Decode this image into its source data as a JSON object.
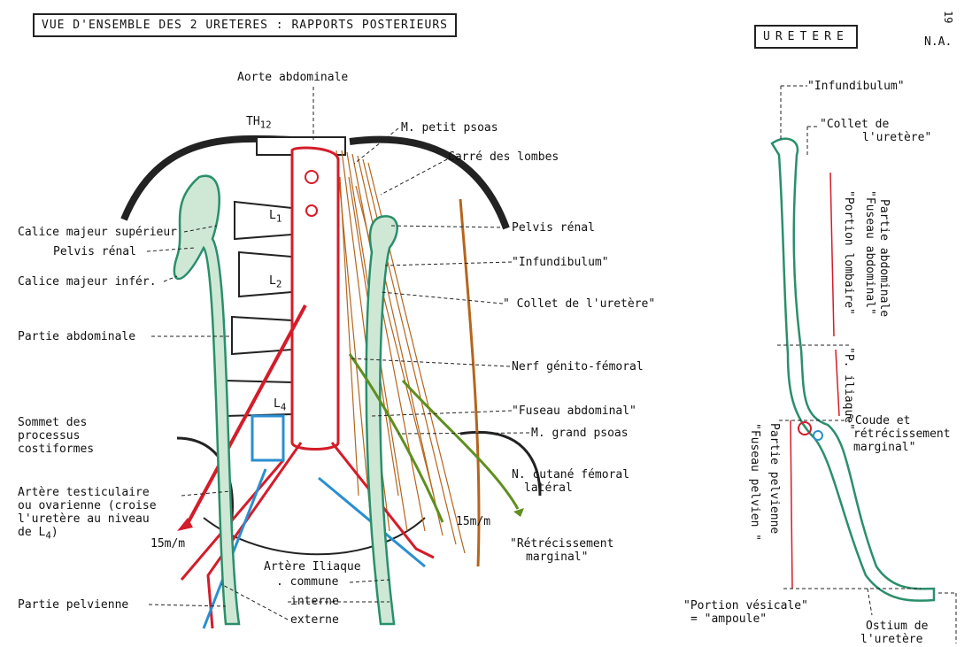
{
  "title_left": "VUE D'ENSEMBLE DES 2 URETERES : RAPPORTS POSTERIEURS",
  "title_right": "URETERE",
  "page_number": "19",
  "author": "N.A.",
  "colors": {
    "ureter": "#2a8f6a",
    "ureter_fill": "#cfe8d6",
    "aorta": "#d41c2a",
    "vein": "#2a8fd1",
    "psoas": "#b5651d",
    "nerve": "#5f8f1f",
    "bone": "#222222"
  },
  "left": {
    "aorte": "Aorte abdominale",
    "th12": "TH",
    "th12_sub": "12",
    "l1": "L",
    "l1_sub": "1",
    "l2": "L",
    "l2_sub": "2",
    "l4": "L",
    "l4_sub": "4",
    "petit_psoas": "M. petit psoas",
    "carre": "Carré des lombes",
    "calice_sup": "Calice majeur supérieur",
    "pelvis_renal_l": "Pelvis rénal",
    "calice_inf": "Calice majeur inférieur.",
    "calice_inf_shown": "Calice majeur infér.",
    "partie_abdo": "Partie  abdominale",
    "sommet": [
      "Sommet des",
      "processus",
      "costiformes"
    ],
    "artere_testi": [
      "Artère  testiculaire",
      "ou ovarienne (croise",
      "l'uretère au niveau",
      "de L"
    ],
    "artere_testi_sub": "4",
    "artere_testi_end": ")",
    "m15_left": "15m/m",
    "m15_right": "15m/m",
    "partie_pelv": "Partie pelvienne",
    "pelvis_renal_r": "Pelvis rénal",
    "infundibulum": "\"Infundibulum\"",
    "collet": "\" Collet de l'uretère\"",
    "nerf_gf": "Nerf génito-fémoral",
    "fuseau_abdo": "\"Fuseau abdominal\"",
    "grand_psoas": "M. grand psoas",
    "n_cutane": [
      "N. cutané fémoral",
      "latéral"
    ],
    "retrec": [
      "\"Rétrécissement",
      "marginal\""
    ],
    "artere_iliaque": "Artère Iliaque",
    "commune": ". commune",
    "interne": "interne",
    "externe": "externe"
  },
  "right": {
    "infundibulum": "\"Infundibulum\"",
    "collet": [
      "\"Collet de",
      "l'uretère\""
    ],
    "partie_abdo": "Partie abdominale",
    "fuseau_abdo": "\"Fuseau abdominal\"",
    "portion_lomb": "\"Portion lombaire\"",
    "p_iliaque": "\"P. iliaque\"",
    "coude": [
      "\"Coude et",
      "rétrécissement",
      "marginal\""
    ],
    "partie_pelv": "Partie pelvienne",
    "fuseau_pelv": "\"Fuseau pelvien \"",
    "portion_vesic": [
      "\"Portion vésicale\"",
      "=  \"ampoule\""
    ],
    "ostium": [
      "Ostium de",
      "l'uretère"
    ]
  }
}
